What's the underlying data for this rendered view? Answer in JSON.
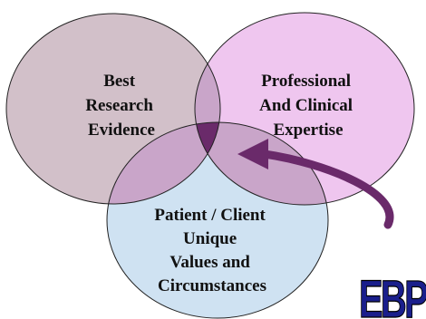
{
  "diagram": {
    "circles": [
      {
        "id": "research",
        "lines": [
          "Best",
          "Research",
          "Evidence"
        ],
        "fill": "#d2c0c9"
      },
      {
        "id": "clinical",
        "lines": [
          "Professional",
          "And Clinical",
          "Expertise"
        ],
        "fill": "#efc6ef"
      },
      {
        "id": "patient",
        "lines": [
          "Patient / Client",
          "Unique",
          "Values and",
          "Circumstances"
        ],
        "fill": "#cfe2f2"
      }
    ],
    "colors": {
      "outline": "#222222",
      "pairwise_overlap": "#c9a5c9",
      "center_overlap": "#6a2a6a",
      "arrow": "#6a2a6a",
      "logo_fill": "#1a1f8c"
    },
    "logo": "EBP"
  }
}
